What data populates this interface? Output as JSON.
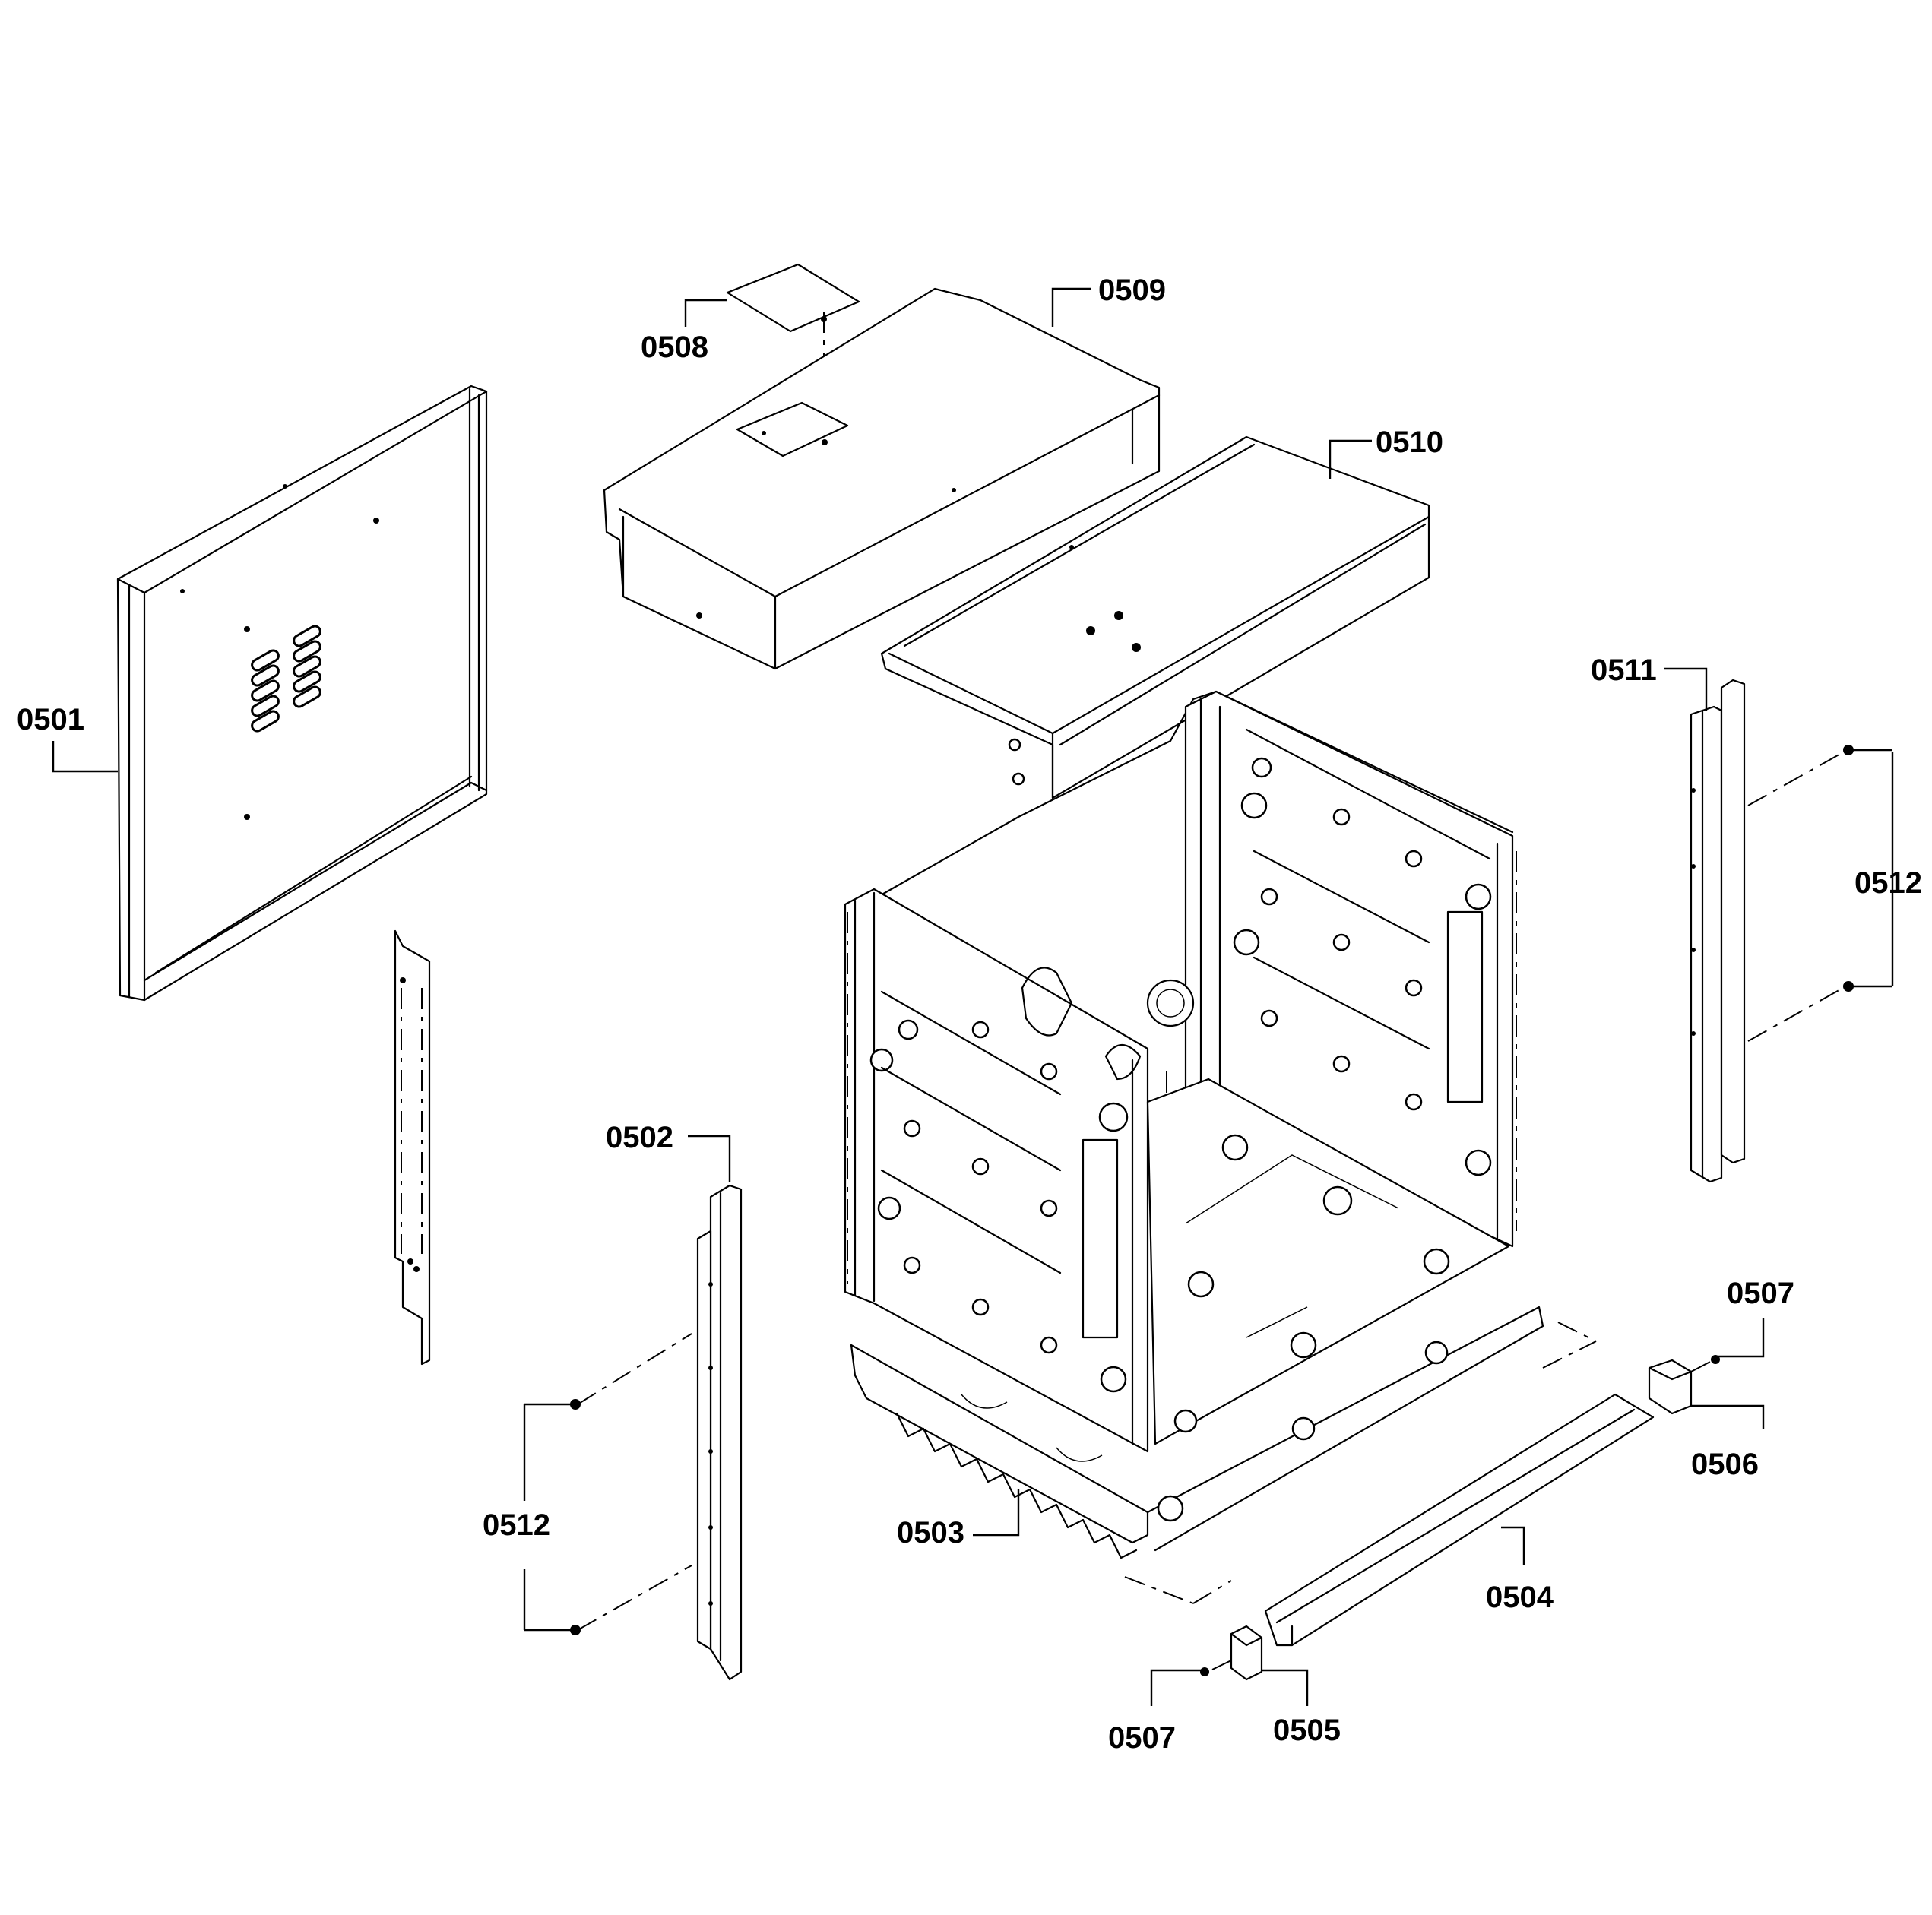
{
  "labels": {
    "p0501": "0501",
    "p0502": "0502",
    "p0503": "0503",
    "p0504": "0504",
    "p0505": "0505",
    "p0506": "0506",
    "p0507_top": "0507",
    "p0507_bottom": "0507",
    "p0508": "0508",
    "p0509": "0509",
    "p0510": "0510",
    "p0511": "0511",
    "p0512_right": "0512",
    "p0512_left": "0512"
  }
}
